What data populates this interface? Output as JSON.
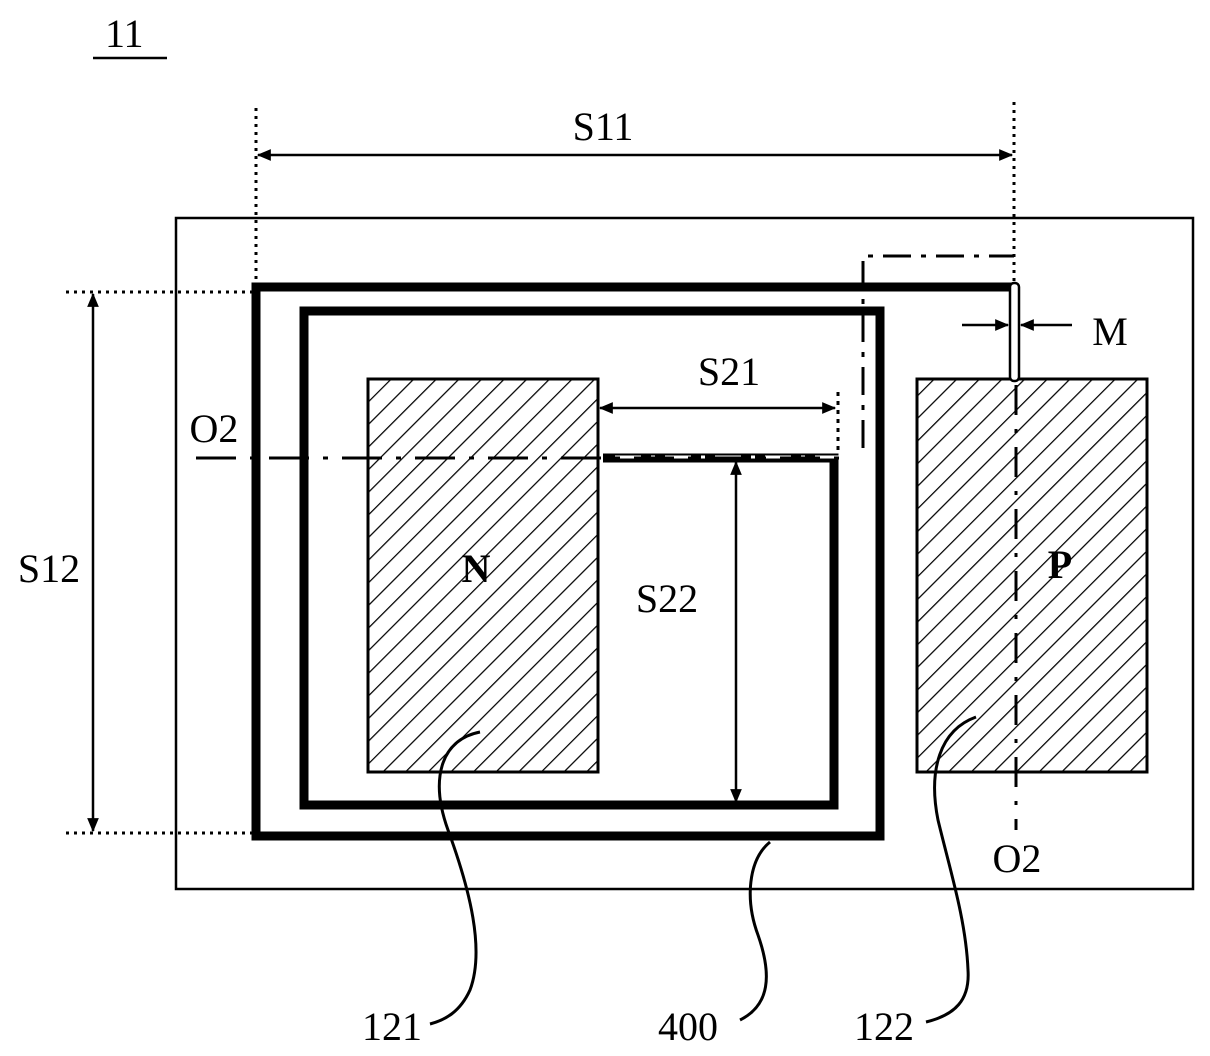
{
  "figure": {
    "ref_number": "11",
    "dimensions": {
      "s11": "S11",
      "s12": "S12",
      "s21": "S21",
      "s22": "S22",
      "m": "M"
    },
    "axis_labels": {
      "o2_left": "O2",
      "o2_bottom": "O2"
    },
    "regions": {
      "n_label": "N",
      "p_label": "P"
    },
    "reference_numerals": {
      "n_region": "121",
      "frame": "400",
      "p_region": "122"
    },
    "colors": {
      "stroke": "#000000",
      "background": "#ffffff"
    }
  }
}
